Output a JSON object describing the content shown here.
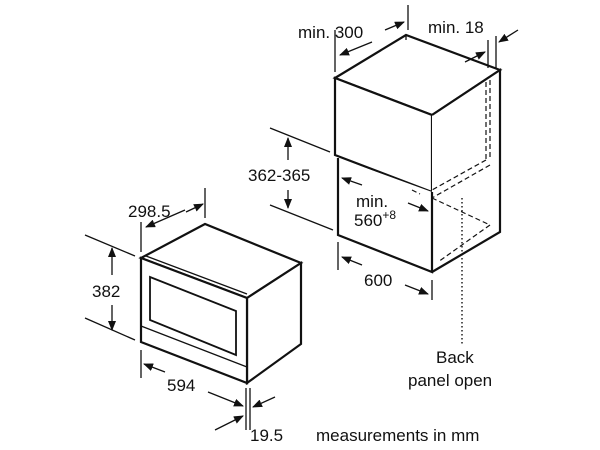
{
  "labels": {
    "cabinet_depth": "min. 300",
    "back_gap": "min. 18",
    "niche_height": "362-365",
    "niche_width_min": "min.",
    "niche_width": "560",
    "niche_width_tol": "+8",
    "cabinet_width": "600",
    "back_panel_line1": "Back",
    "back_panel_line2": "panel open",
    "oven_depth": "298.5",
    "oven_height": "382",
    "oven_width": "594",
    "front_depth": "19.5",
    "units_note": "measurements in mm"
  },
  "colors": {
    "line": "#111111",
    "background": "#ffffff"
  }
}
